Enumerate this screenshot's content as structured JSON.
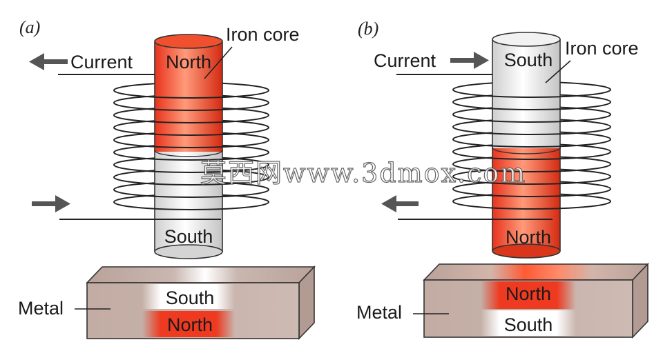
{
  "panel_a": {
    "label": "(a)",
    "current_label": "Current",
    "core_label": "Iron core",
    "core_top": "North",
    "core_bottom": "South",
    "metal_label": "Metal",
    "metal_top": "South",
    "metal_bottom": "North"
  },
  "panel_b": {
    "label": "(b)",
    "current_label": "Current",
    "core_label": "Iron core",
    "core_top": "South",
    "core_bottom": "North",
    "metal_label": "Metal",
    "metal_top": "North",
    "metal_bottom": "South"
  },
  "watermark": "莫西网www.3dmox.com",
  "colors": {
    "north": "#e8331c",
    "south": "#eeeeee",
    "metal": "#c7b3aa",
    "wire": "#222222"
  }
}
